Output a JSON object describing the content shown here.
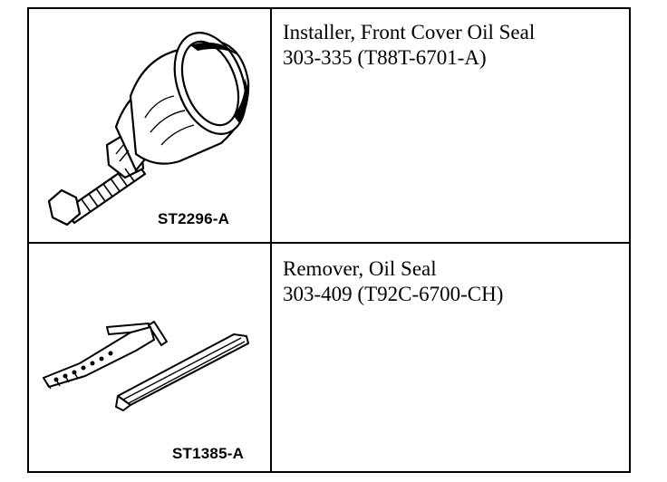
{
  "tools": [
    {
      "illustration_code": "ST2296-A",
      "name": "Installer, Front Cover Oil Seal",
      "number": "303-335 (T88T-6701-A)",
      "illustration_icon": "front-cover-oil-seal-installer-illustration"
    },
    {
      "illustration_code": "ST1385-A",
      "name": "Remover, Oil Seal",
      "number": "303-409 (T92C-6700-CH)",
      "illustration_icon": "oil-seal-remover-illustration"
    }
  ]
}
